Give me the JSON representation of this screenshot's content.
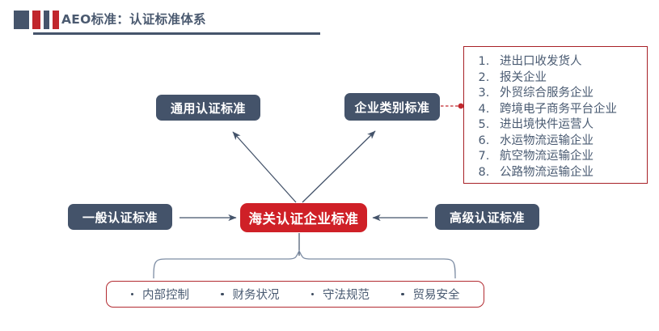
{
  "header": {
    "title": "AEO标准：认证标准体系",
    "bars": [
      {
        "name": "bar-navy-wide",
        "color": "#45546b"
      },
      {
        "name": "bar-red-1",
        "color": "#c1272d"
      },
      {
        "name": "bar-navy-thin",
        "color": "#45546b"
      },
      {
        "name": "bar-red-2",
        "color": "#c1272d"
      }
    ],
    "rule_color": "#45546b"
  },
  "diagram": {
    "center_node": {
      "label": "海关认证企业标准",
      "fill": "#cf2027",
      "text_color": "#ffffff"
    },
    "nodes": {
      "general_standard": {
        "label": "一般认证标准",
        "fill": "#44536a"
      },
      "advanced_standard": {
        "label": "高级认证标准",
        "fill": "#44536a"
      },
      "common_standard": {
        "label": "通用认证标准",
        "fill": "#44536a"
      },
      "category_standard": {
        "label": "企业类别标准",
        "fill": "#44536a"
      }
    },
    "connector_color": "#44536a",
    "callout_color": "#c1272d"
  },
  "category_list": {
    "border_color": "#a82027",
    "text_color": "#4a5b72",
    "items": [
      "进出口收发货人",
      "报关企业",
      "外贸综合服务企业",
      "跨境电子商务平台企业",
      "进出境快件运营人",
      "水运物流运输企业",
      "航空物流运输企业",
      "公路物流运输企业"
    ]
  },
  "criteria_box": {
    "border_color": "#b22b31",
    "items": [
      "内部控制",
      "财务状况",
      "守法规范",
      "贸易安全"
    ]
  }
}
